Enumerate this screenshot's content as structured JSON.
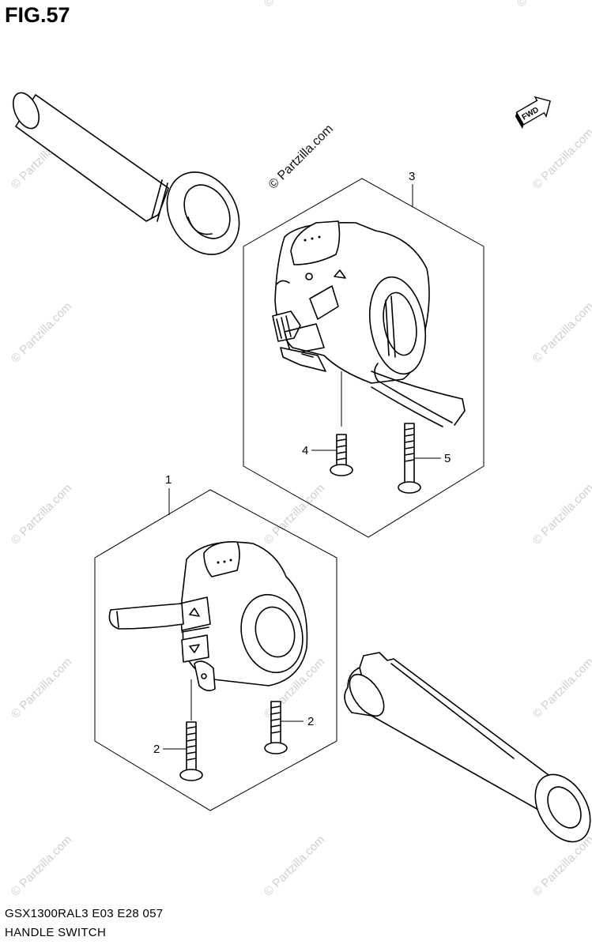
{
  "figure": {
    "title": "FIG.57",
    "model_code": "GSX1300RAL3  E03  E28  057",
    "name": "HANDLE SWITCH"
  },
  "watermark": {
    "main_text": "© Partzilla.com",
    "repeat_text": "© Partzilla.com"
  },
  "direction_badge": {
    "label": "FWD"
  },
  "callouts": [
    {
      "number": "1"
    },
    {
      "number": "2"
    },
    {
      "number": "2"
    },
    {
      "number": "3"
    },
    {
      "number": "4"
    },
    {
      "number": "5"
    }
  ]
}
